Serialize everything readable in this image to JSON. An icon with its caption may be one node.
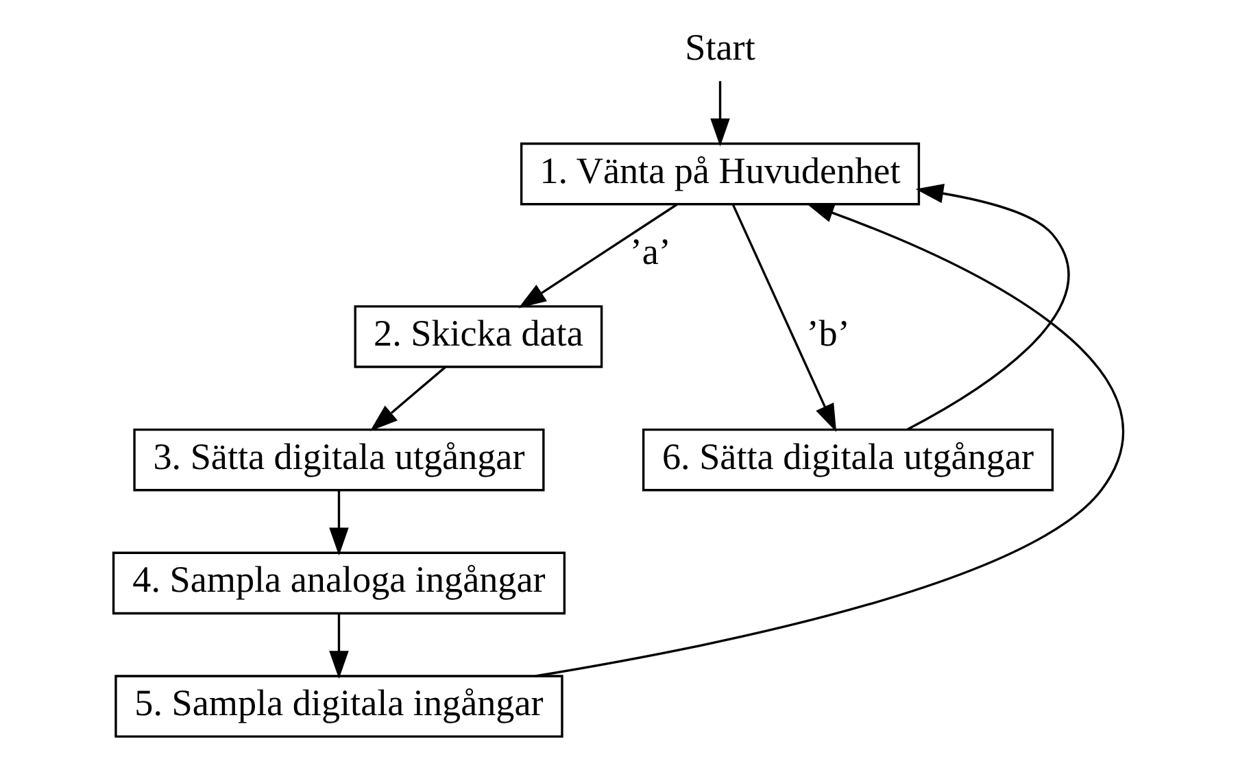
{
  "diagram": {
    "nodes": [
      {
        "text": [
          "Start"
        ]
      },
      {
        "text": [
          "1. Vänta på Huvudenhet"
        ]
      },
      {
        "text": [
          "2. Skicka data"
        ]
      },
      {
        "text": [
          "3. Sätta digitala utgångar"
        ]
      },
      {
        "text": [
          "4. Sampla analoga ingångar"
        ]
      },
      {
        "text": [
          "5. Sampla digitala ingångar"
        ]
      },
      {
        "text": [
          "6. Sätta digitala utgångar"
        ]
      }
    ],
    "edges": [
      {
        "from": 0,
        "to": 1,
        "arrow": "to"
      },
      {
        "from": 1,
        "to": 2,
        "arrow": "to",
        "label": "’a’"
      },
      {
        "from": 1,
        "to": 6,
        "arrow": "to",
        "label": "’b’"
      },
      {
        "from": 2,
        "to": 3,
        "arrow": "to"
      },
      {
        "from": 3,
        "to": 4,
        "arrow": "to"
      },
      {
        "from": 4,
        "to": 5,
        "arrow": "to"
      },
      {
        "from": 5,
        "to": 1,
        "arrow": "to"
      },
      {
        "from": 6,
        "to": 1,
        "arrow": "to"
      }
    ]
  }
}
